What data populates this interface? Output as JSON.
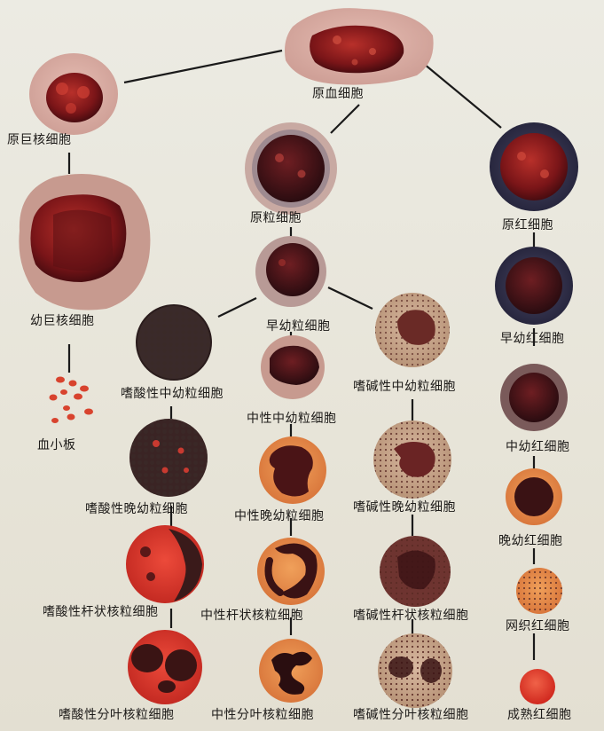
{
  "colors": {
    "background": "#e9e6dc",
    "connector": "#1a1a1a",
    "nucleus_red": "#8e1b1c",
    "cytoplasm_pink": "#d9a59e",
    "erythroid_blue": "#3a3a55",
    "rbc_red": "#e0392c"
  },
  "cells": {
    "hemocytoblast": "原血细胞",
    "megakaryoblast": "原巨核细胞",
    "promegakaryocyte": "幼巨核细胞",
    "platelet": "血小板",
    "myeloblast": "原粒细胞",
    "promyelocyte": "早幼粒细胞",
    "eos_myelocyte": "嗜酸性中幼粒细胞",
    "neu_myelocyte": "中性中幼粒细胞",
    "baso_myelocyte": "嗜碱性中幼粒细胞",
    "eos_metamyelocyte": "嗜酸性晚幼粒细胞",
    "neu_metamyelocyte": "中性晚幼粒细胞",
    "baso_metamyelocyte": "嗜碱性晚幼粒细胞",
    "eos_band": "嗜酸性杆状核粒细胞",
    "neu_band": "中性杆状核粒细胞",
    "baso_band": "嗜碱性杆状核粒细胞",
    "eos_seg": "嗜酸性分叶核粒细胞",
    "neu_seg": "中性分叶核粒细胞",
    "baso_seg": "嗜碱性分叶核粒细胞",
    "proerythroblast": "原红细胞",
    "early_erythroblast": "早幼红细胞",
    "inter_erythroblast": "中幼红细胞",
    "late_erythroblast": "晚幼红细胞",
    "reticulocyte": "网织红细胞",
    "erythrocyte": "成熟红细胞"
  }
}
